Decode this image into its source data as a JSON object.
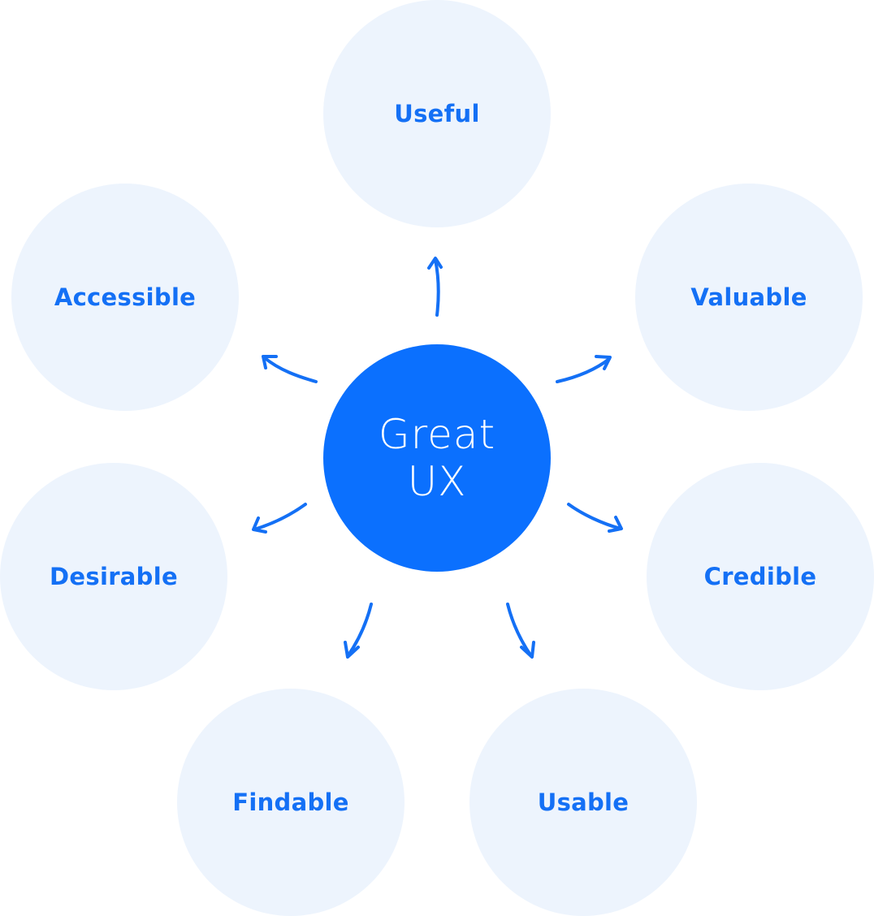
{
  "diagram": {
    "center": {
      "line1": "Great",
      "line2": "UX"
    },
    "nodes": {
      "useful": "Useful",
      "valuable": "Valuable",
      "credible": "Credible",
      "usable": "Usable",
      "findable": "Findable",
      "desirable": "Desirable",
      "accessible": "Accessible"
    },
    "colors": {
      "accent": "#0b70fe",
      "node_fill": "#edf4fd",
      "node_text": "#1470f5",
      "center_text": "#ffffff"
    }
  }
}
